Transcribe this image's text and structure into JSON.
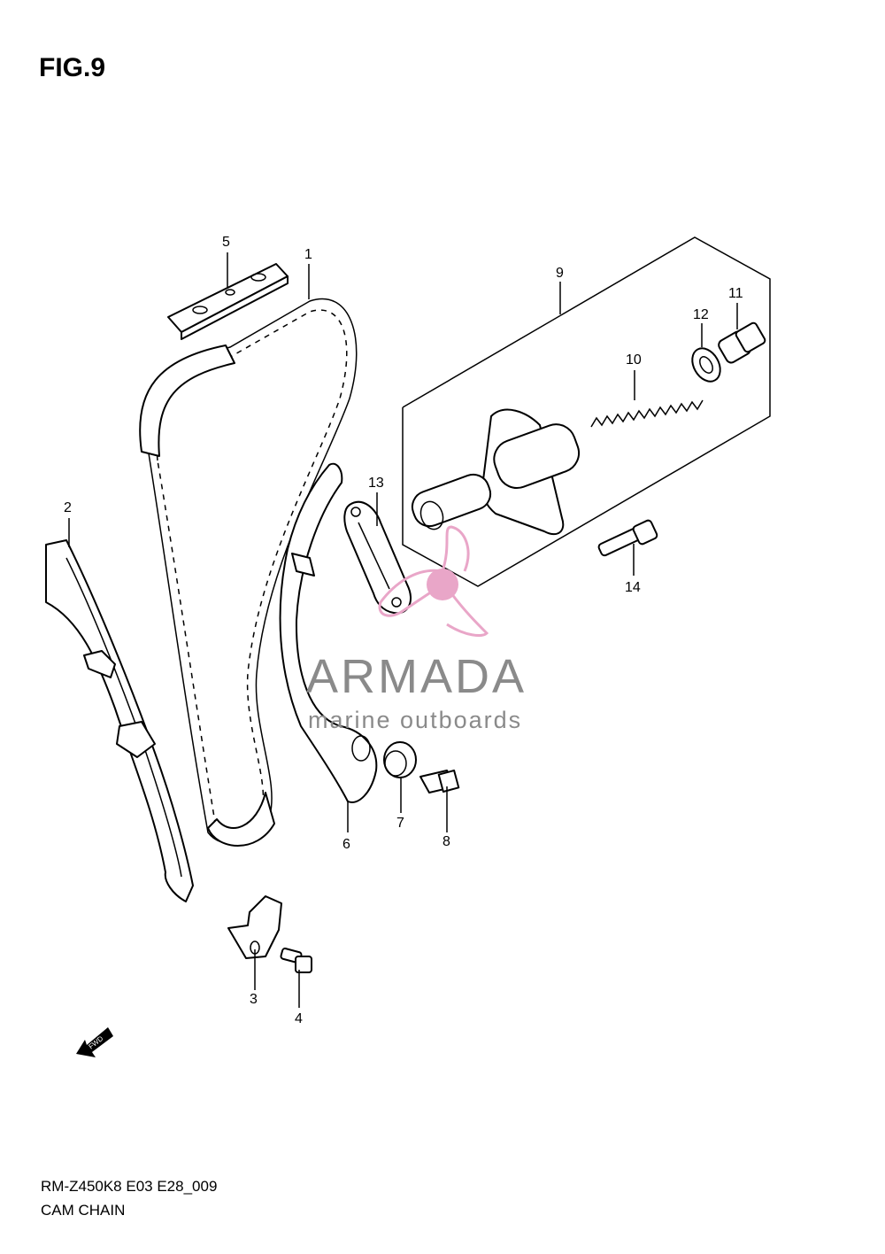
{
  "figure": {
    "title": "FIG.9"
  },
  "callouts": [
    "1",
    "2",
    "3",
    "4",
    "5",
    "6",
    "7",
    "8",
    "9",
    "10",
    "11",
    "12",
    "13",
    "14"
  ],
  "watermark": {
    "brand": "ARMADA",
    "tagline": "marine outboards",
    "color": "#e9a6c8"
  },
  "direction_arrow": {
    "label": "FWD"
  },
  "footer": {
    "code": "RM-Z450K8 E03 E28_009",
    "caption": "CAM CHAIN"
  }
}
